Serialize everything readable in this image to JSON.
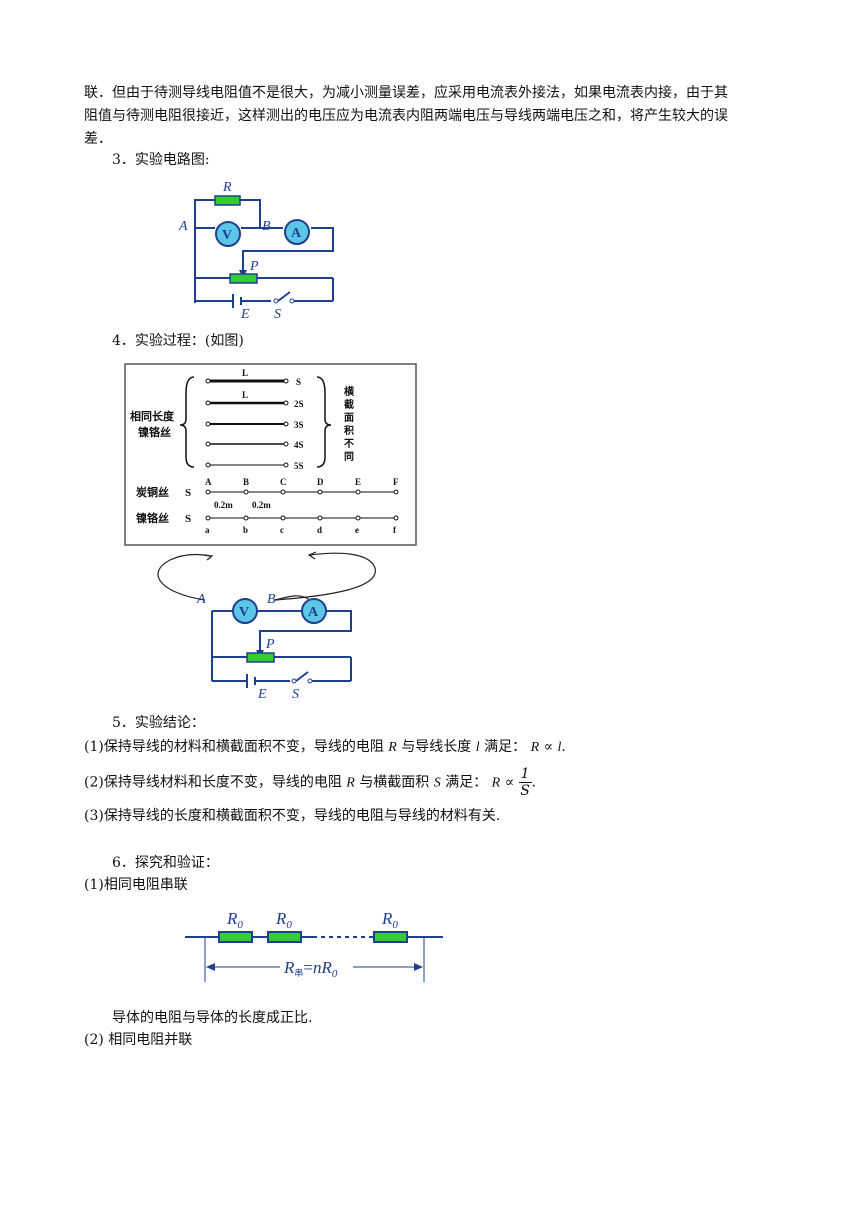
{
  "intro": {
    "line1": "联．但由于待测导线电阻值不是很大，为减小测量误差，应采用电流表外接法，如果电流表内接，由于其",
    "line2": "阻值与待测电阻很接近，这样测出的电压应为电流表内阻两端电压与导线两端电压之和，将产生较大的误",
    "line3": "差．"
  },
  "section3": {
    "title": "3．实验电路图:",
    "labels": {
      "R": "R",
      "A": "A",
      "B": "B",
      "V": "V",
      "ammeter": "A",
      "P": "P",
      "E": "E",
      "S": "S"
    }
  },
  "section4": {
    "title": "4．实验过程：(如图)",
    "board": {
      "left_label_1": "相同长度",
      "left_label_2": "镍铬丝",
      "right_label": [
        "横",
        "截",
        "面",
        "积",
        "不",
        "同"
      ],
      "wires": [
        {
          "top": "L",
          "right": "S"
        },
        {
          "top": "L",
          "right": "2S"
        },
        {
          "top": "",
          "right": "3S"
        },
        {
          "top": "",
          "right": "4S"
        },
        {
          "top": "",
          "right": "5S"
        }
      ],
      "upper_letters": [
        "A",
        "B",
        "C",
        "D",
        "E",
        "F"
      ],
      "lower_letters": [
        "a",
        "b",
        "c",
        "d",
        "e",
        "f"
      ],
      "row1_label": "炭铜丝",
      "row1_s": "S",
      "row2_label": "镍铬丝",
      "row2_s": "S",
      "dist1": "0.2m",
      "dist2": "0.2m"
    },
    "circuit_labels": {
      "A": "A",
      "B": "B",
      "V": "V",
      "ammeter": "A",
      "P": "P",
      "E": "E",
      "S": "S"
    }
  },
  "section5": {
    "title": "5．实验结论：",
    "c1_text": "(1)保持导线的材料和横截面积不变，导线的电阻",
    "c1_R": "R",
    "c1_mid": "与导线长度",
    "c1_l": "l",
    "c1_tail": "满足：",
    "c1_formula_R": "R",
    "c1_formula_sym": "∝",
    "c1_formula_l": "l",
    "c1_end": ".",
    "c2_text": "(2)保持导线材料和长度不变，导线的电阻",
    "c2_R": "R",
    "c2_mid": "与横截面积",
    "c2_S": "S",
    "c2_tail": "满足：",
    "c2_formula_R": "R",
    "c2_formula_sym": "∝",
    "c2_num": "1",
    "c2_den": "S",
    "c2_end": ".",
    "c3_text": "(3)保持导线的长度和横截面积不变，导线的电阻与导线的材料有关."
  },
  "section6": {
    "title": "6．探究和验证：",
    "sub1": "(1)相同电阻串联",
    "r_label": "R",
    "r_sub": "0",
    "total_R": "R",
    "total_sub": "串",
    "total_eq": "=",
    "total_n": "n",
    "total_R0": "R",
    "total_R0_sub": "0",
    "conclusion": "导体的电阻与导体的长度成正比.",
    "sub2": "(2) 相同电阻并联"
  },
  "colors": {
    "wire": "#1f3f8f",
    "resistor": "#33cc33",
    "meter": "#5bc6e6"
  }
}
